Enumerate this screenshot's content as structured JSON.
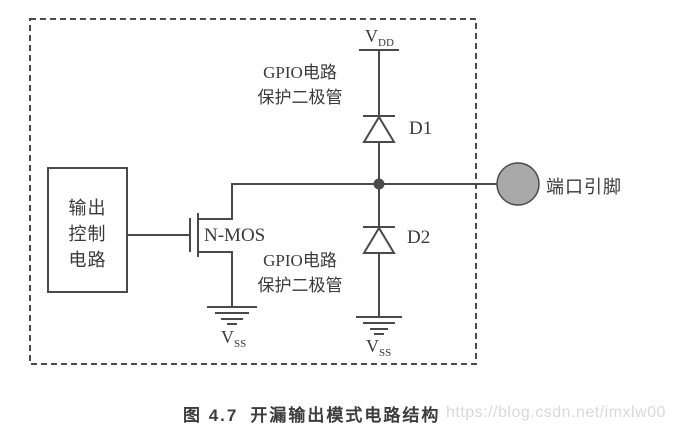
{
  "colors": {
    "background": "#ffffff",
    "line": "#4a4a4a",
    "pin_fill": "#a9a9a9",
    "pin_stroke": "#8e8e8e",
    "watermark": "#d9d9d9"
  },
  "circuit": {
    "vdd": {
      "letter": "V",
      "sub": "DD"
    },
    "vss_nmos": {
      "letter": "V",
      "sub": "SS"
    },
    "vss_d2": {
      "letter": "V",
      "sub": "SS"
    },
    "gpio_protection_top": {
      "line1": "GPIO电路",
      "line2": "保护二极管"
    },
    "gpio_protection_bottom": {
      "line1": "GPIO电路",
      "line2": "保护二极管"
    },
    "diode1_label": "D1",
    "diode2_label": "D2",
    "nmos_label": "N-MOS",
    "output_control_box": {
      "line1": "输出",
      "line2": "控制",
      "line3": "电路"
    },
    "port_pin_label": "端口引脚"
  },
  "caption": {
    "figure_number": "图 4.7",
    "title": "开漏输出模式电路结构"
  },
  "watermark": "https://blog.csdn.net/imxlw00"
}
